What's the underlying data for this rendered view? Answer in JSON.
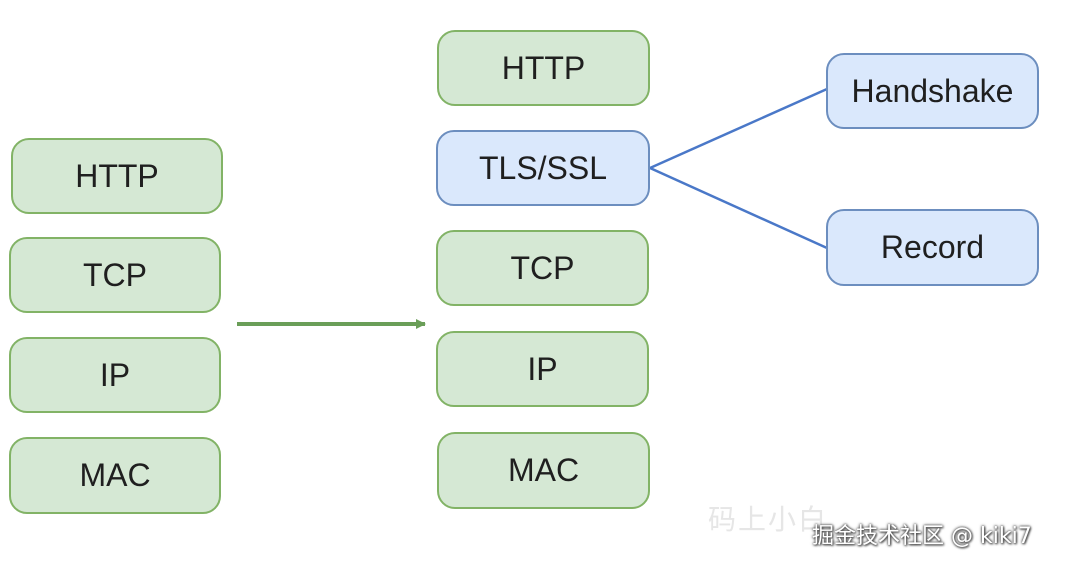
{
  "left_stack": {
    "http": "HTTP",
    "tcp": "TCP",
    "ip": "IP",
    "mac": "MAC"
  },
  "right_stack": {
    "http": "HTTP",
    "tls": "TLS/SSL",
    "tcp": "TCP",
    "ip": "IP",
    "mac": "MAC"
  },
  "tls_parts": {
    "handshake": "Handshake",
    "record": "Record"
  },
  "watermark": {
    "faint": "码上小白",
    "credit": "掘金技术社区 @ kiki7"
  },
  "colors": {
    "layer_fill": "#d5e8d4",
    "layer_border": "#82b366",
    "tls_fill": "#dae8fc",
    "tls_border": "#6c8ebf",
    "arrow": "#6a9e58",
    "connector": "#4a78c8"
  }
}
